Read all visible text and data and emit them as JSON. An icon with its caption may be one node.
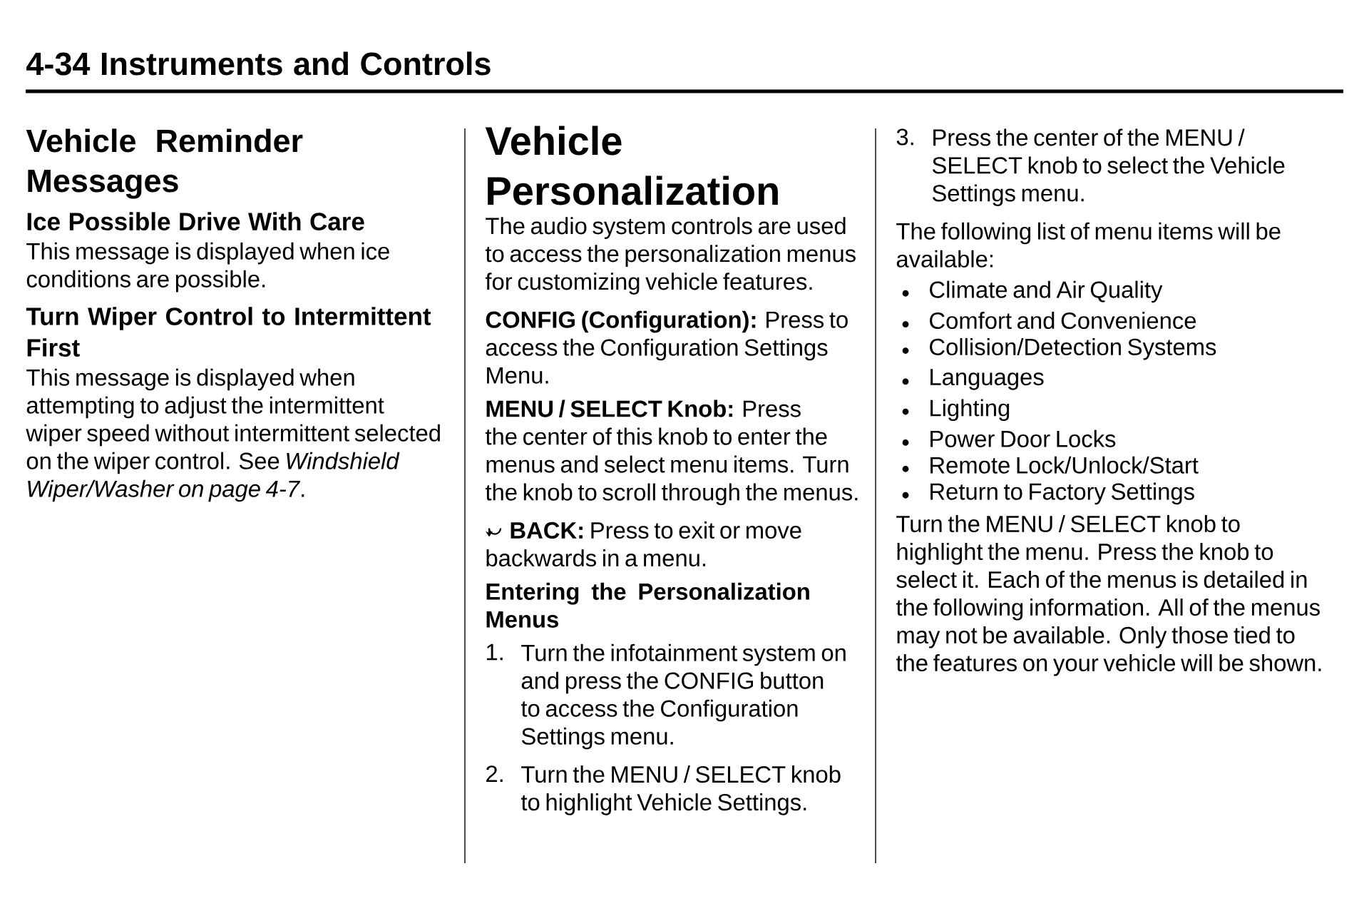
{
  "diagram": {
    "title": "4-34 Instruments and Controls",
    "labels": [
      "Vehicle Reminder Messages",
      "Ice Possible Drive With Care",
      "This message is displayed when ice conditions are possible.",
      "Turn Wiper Control to Intermittent First",
      "This message is displayed when attempting to adjust the intermittent wiper speed without intermittent selected on the wiper control. See *Windshield Wiper/Washer on page 4-7*.",
      "Vehicle Personalization",
      "The audio system controls are used to access the personalization menus for customizing vehicle features.",
      "**CONFIG (Configuration):** Press to access the Configuration Settings Menu.",
      "**MENU / SELECT Knob:** Press the center of this knob to enter the menus and select menu items. Turn the knob to scroll through the menus.",
      "**BACK:** Press to exit or move backwards in a menu.",
      "Entering the Personalization Menus",
      "1.",
      "Turn the infotainment system on and press the CONFIG button to access the Configuration Settings menu.",
      "2.",
      "Turn the MENU / SELECT knob to highlight Vehicle Settings.",
      "3.",
      "Press the center of the MENU / SELECT knob to select the Vehicle Settings menu.",
      "The following list of menu items will be available:",
      "Climate and Air Quality",
      "Comfort and Convenience",
      "Collision/Detection Systems",
      "Languages",
      "Lighting",
      "Power Door Locks",
      "Remote Lock/Unlock/Start",
      "Return to Factory Settings",
      "Turn the MENU / SELECT knob to highlight the menu. Press the knob to select it. Each of the menus is detailed in the following information. All of the menus may not be available. Only those tied to the features on your vehicle will be shown."
    ]
  }
}
